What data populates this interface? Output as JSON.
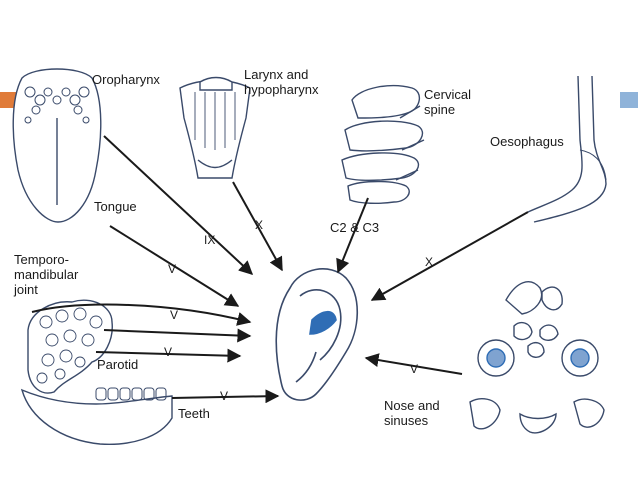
{
  "slide": {
    "accent_left_color": "#e07b39",
    "accent_right_color": "#8fb3d9",
    "ink_color": "#1a1a1a",
    "highlight_color": "#2f6db5"
  },
  "labels": {
    "oropharynx": "Oropharynx",
    "larynx": "Larynx and\nhypopharynx",
    "cervical_spine": "Cervical\nspine",
    "oesophagus": "Oesophagus",
    "tongue": "Tongue",
    "c2c3": "C2 & C3",
    "tmj": "Temporo-\nmandibular\njoint",
    "parotid": "Parotid",
    "teeth": "Teeth",
    "nose": "Nose and\nsinuses"
  },
  "nerves": {
    "oropharynx": "IX",
    "larynx": "X",
    "oesophagus": "X",
    "tongue": "V",
    "tmj": "V",
    "parotid": "V",
    "teeth": "V",
    "nose": "V"
  }
}
